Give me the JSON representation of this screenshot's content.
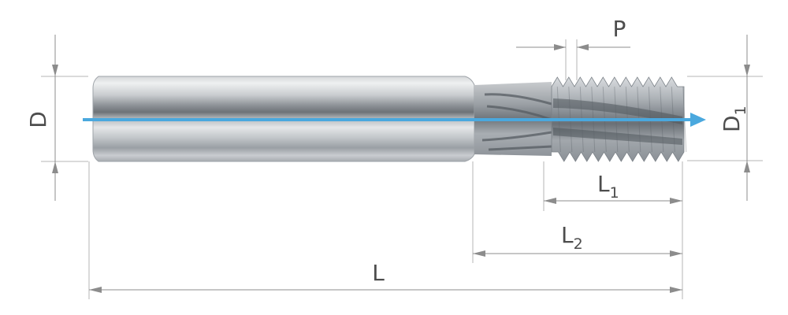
{
  "labels": {
    "diameter_shank": "D",
    "diameter_thread_main": "D",
    "diameter_thread_sub": "1",
    "pitch": "P",
    "thread_length_main": "L",
    "thread_length_sub": "1",
    "neck_length_main": "L",
    "neck_length_sub": "2",
    "overall_length": "L"
  },
  "colors": {
    "axis_arrow": "#4aa8de",
    "dimension": "#8c8c8c",
    "label": "#4d4d4d"
  }
}
